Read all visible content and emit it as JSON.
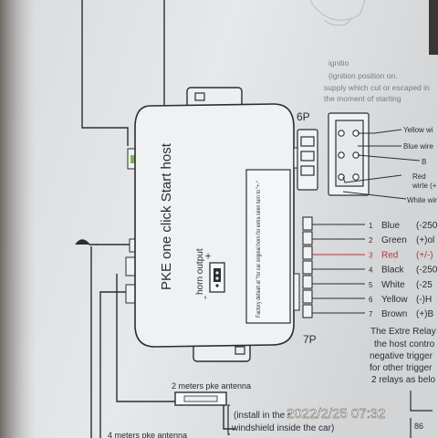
{
  "box": {
    "title": "PKE one click Start host",
    "horn_label": "horn output",
    "jumper_plus": "+",
    "jumper_minus": "-",
    "side_note": "Factory default at \"for car original horn for extra siren turn to \"+-\""
  },
  "six_pin": {
    "label": "6P",
    "wires": [
      "Yellow wi",
      "Blue wire",
      "B",
      "Red",
      "wirte (+",
      "White wir"
    ]
  },
  "seven_pin": {
    "label": "7P",
    "rows": [
      {
        "num": "1",
        "name": "Blue",
        "desc": "(-250",
        "color": "#2a2d33"
      },
      {
        "num": "2",
        "name": "Green",
        "desc": "(+)ol",
        "color": "#2a2d33"
      },
      {
        "num": "3",
        "name": "Red",
        "desc": "(+/-)",
        "color": "#b0363a"
      },
      {
        "num": "4",
        "name": "Black",
        "desc": "(-250",
        "color": "#2a2d33"
      },
      {
        "num": "5",
        "name": "White",
        "desc": "(-25",
        "color": "#2a2d33"
      },
      {
        "num": "6",
        "name": "Yellow",
        "desc": "(-)H",
        "color": "#2a2d33"
      },
      {
        "num": "7",
        "name": "Brown",
        "desc": "(+)B",
        "color": "#2a2d33"
      }
    ]
  },
  "relay_text": [
    "The Extre Relay",
    "the host contro",
    "negative trigger",
    "for other trigger",
    "2 relays as belo"
  ],
  "top_right_text": [
    "ignitio",
    "(ignition position on.",
    "supply which cut or escaped in",
    "the moment of starting"
  ],
  "antenna": {
    "label_2m": "2 meters pke antenna",
    "install_note_1": "(install in the r",
    "install_note_2": "windshield inside the car)",
    "label_4m": "4 meters pke antenna"
  },
  "relay_pin": "86",
  "timestamp": "2022/2/25  07:32"
}
